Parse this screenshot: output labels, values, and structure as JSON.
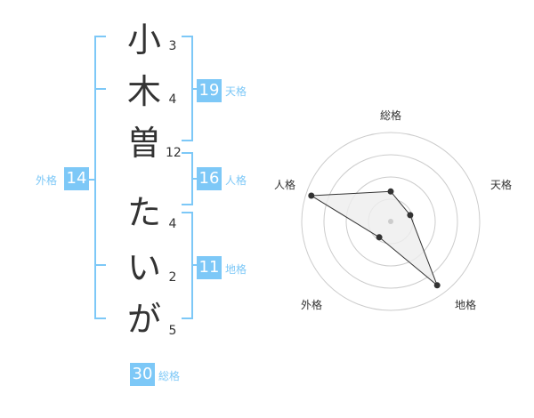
{
  "name": {
    "chars": [
      "小",
      "木",
      "曽",
      "た",
      "い",
      "が"
    ],
    "strokes": [
      "3",
      "4",
      "12",
      "4",
      "2",
      "5"
    ]
  },
  "kakusu": {
    "tenkaku": {
      "value": "19",
      "label": "天格"
    },
    "jinkaku": {
      "value": "16",
      "label": "人格"
    },
    "chikaku": {
      "value": "11",
      "label": "地格"
    },
    "gaikaku": {
      "value": "14",
      "label": "外格"
    },
    "soukaku": {
      "value": "30",
      "label": "総格"
    }
  },
  "colors": {
    "accent": "#7dc8f7",
    "text": "#333333",
    "grid": "#cccccc",
    "radar_fill": "#eeeeee"
  },
  "chart_data": {
    "type": "radar",
    "axes": [
      "総格",
      "天格",
      "地格",
      "外格",
      "人格"
    ],
    "rings": 4,
    "max": 4,
    "values": [
      1.35,
      0.92,
      3.55,
      0.88,
      3.75
    ]
  }
}
